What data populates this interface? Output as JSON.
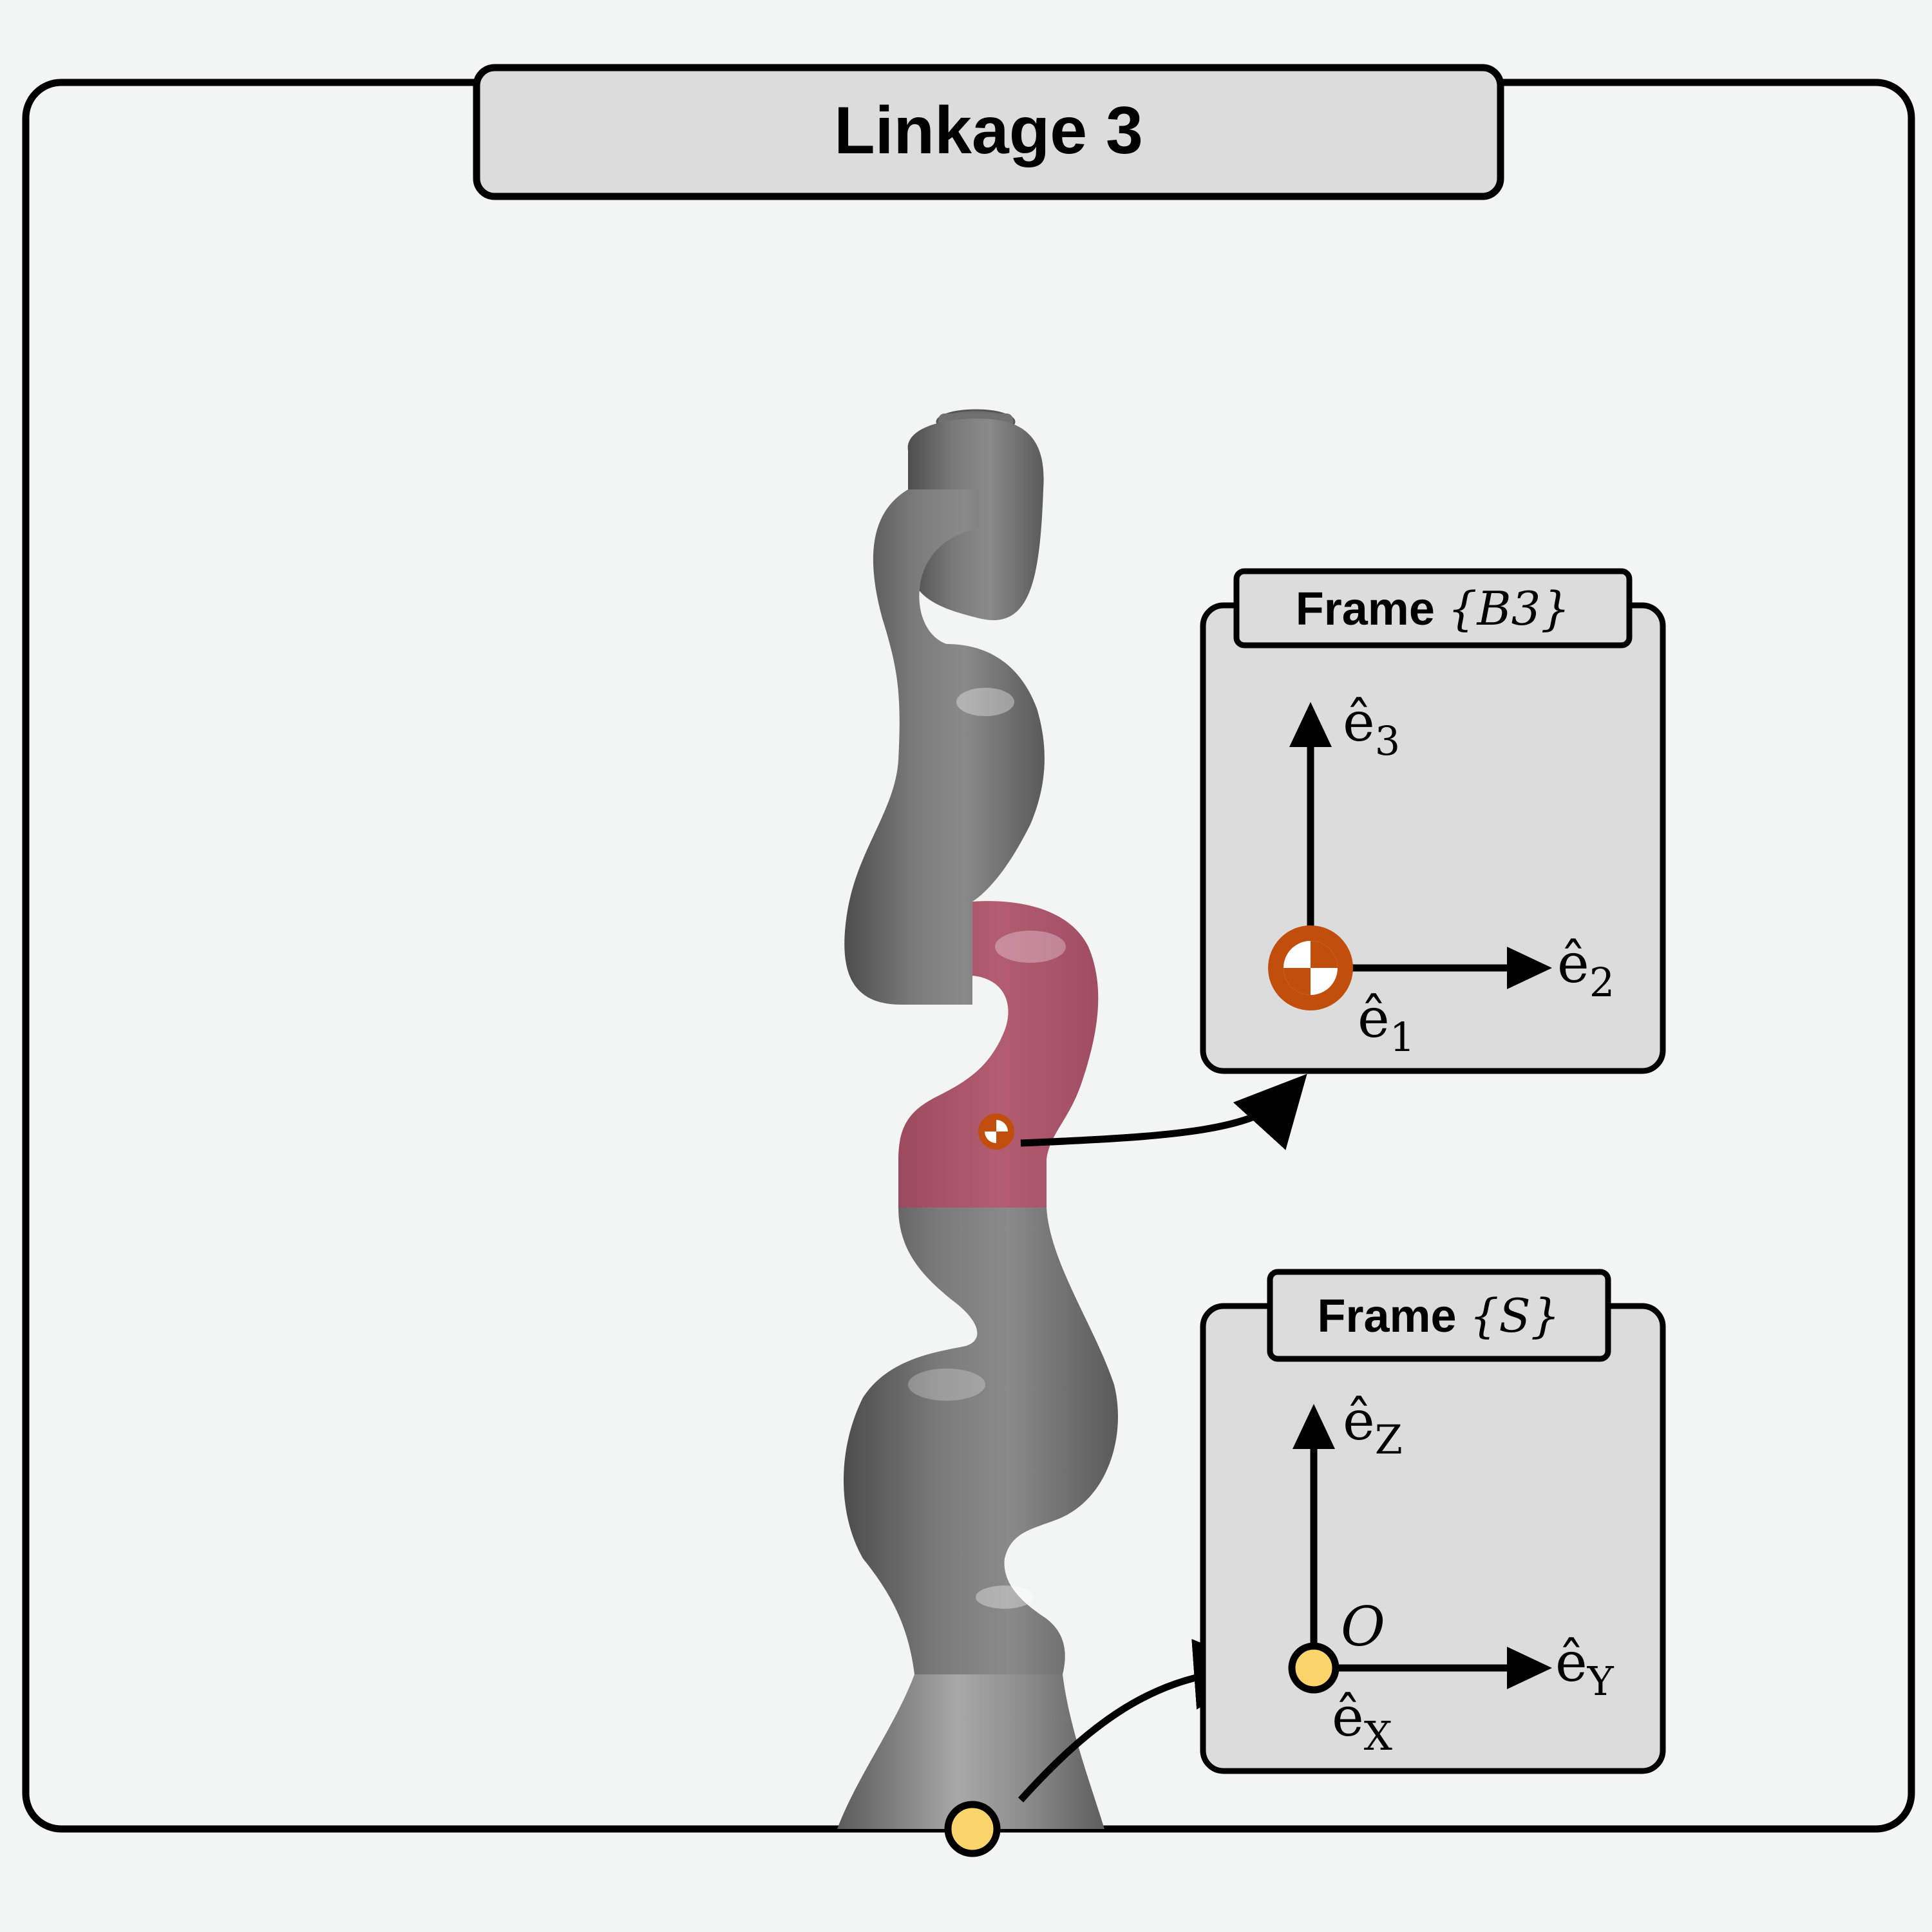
{
  "title": "Linkage 3",
  "frames": {
    "body": {
      "heading_prefix": "Frame ",
      "heading_math": "{B3}",
      "axis_up": "ê",
      "axis_up_sub": "3",
      "axis_right": "ê",
      "axis_right_sub": "2",
      "axis_out": "ê",
      "axis_out_sub": "1"
    },
    "space": {
      "heading_prefix": "Frame ",
      "heading_math": "{S}",
      "axis_up": "ê",
      "axis_up_sub": "Z",
      "axis_right": "ê",
      "axis_right_sub": "Y",
      "axis_out": "ê",
      "axis_out_sub": "X",
      "origin_label": "O"
    }
  },
  "colors": {
    "background": "#f3f5f4",
    "panel": "#dcdcdc",
    "highlight_link": "#b05a70",
    "robot": "#777777",
    "center_of_mass": "#c24e0e",
    "origin_marker": "#fbd56b",
    "stroke": "#000000"
  },
  "icons": {
    "center_of_mass": "center-of-mass-icon",
    "origin": "origin-marker-icon"
  }
}
